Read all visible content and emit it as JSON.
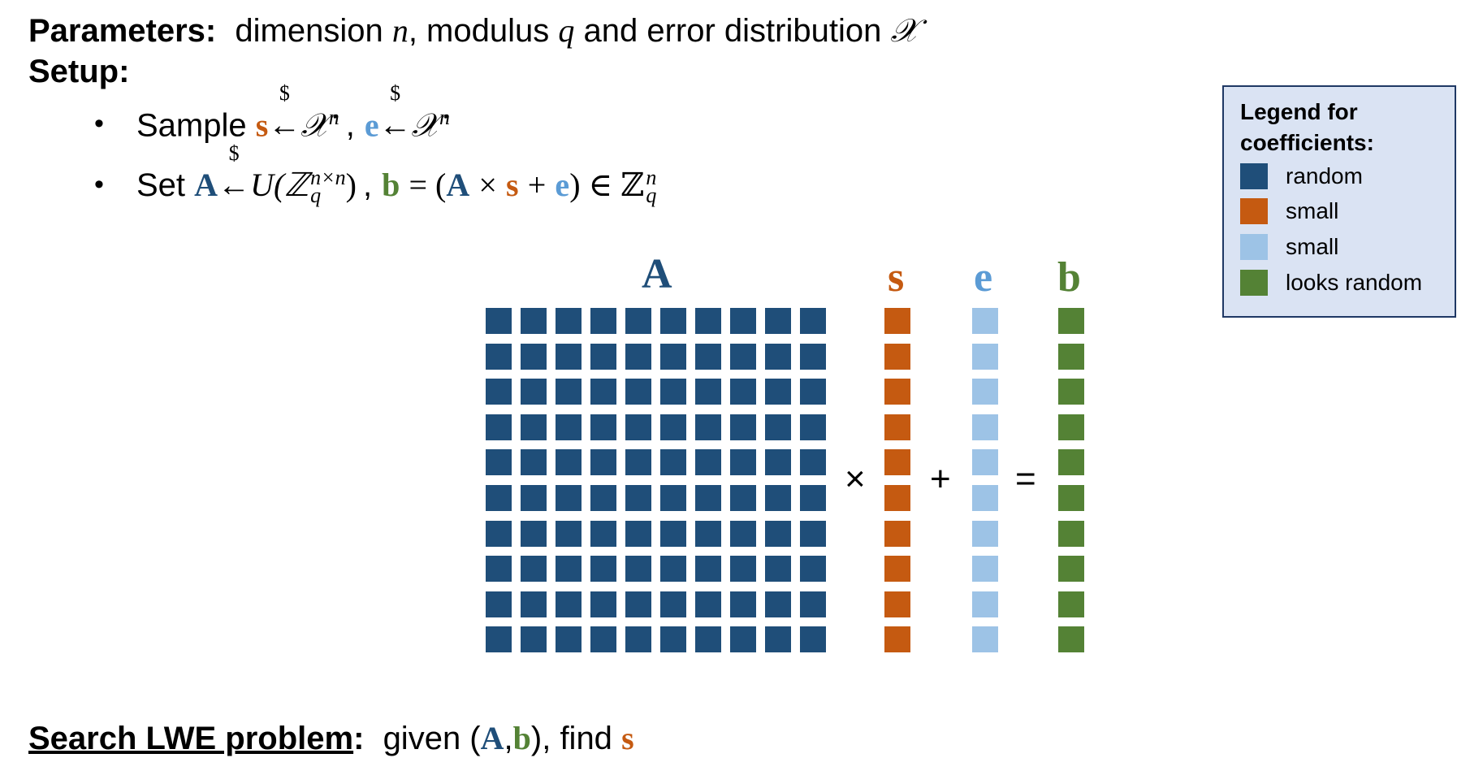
{
  "header": {
    "params_label": "Parameters:",
    "params_text": "dimension n, modulus q and error distribution 𝒳",
    "params_pre": "dimension",
    "params_n": "n",
    "params_mid": ", modulus",
    "params_q": "q",
    "params_post": "and error distribution",
    "params_chi": "𝒳",
    "setup_label": "Setup:"
  },
  "bullets": {
    "bullet_char": "•",
    "sample_word": "Sample",
    "s": "s",
    "e": "e",
    "arrow": "←",
    "dollar": "$",
    "chi": "𝒳",
    "n": "n",
    "comma": ",",
    "set_word": "Set",
    "A": "A",
    "U": "U(ℤ",
    "U_close": ")",
    "nxn": "n×n",
    "q": "q",
    "b": "b",
    "eq_open": "= (",
    "times": "×",
    "plus": "+",
    "close_in": ") ∈ ℤ"
  },
  "matrix": {
    "label_A": "A",
    "label_s": "s",
    "label_e": "e",
    "label_b": "b",
    "op_times": "×",
    "op_plus": "+",
    "op_equals": "=",
    "rows": 10,
    "cols": 10
  },
  "legend": {
    "title_line1": "Legend for",
    "title_line2": "coefficients:",
    "items": [
      {
        "label": "random",
        "color": "#1f4e79"
      },
      {
        "label": "small",
        "color": "#c55a11"
      },
      {
        "label": "small",
        "color": "#9dc3e6"
      },
      {
        "label": "looks random",
        "color": "#548235"
      }
    ]
  },
  "footer": {
    "problem_label": "Search LWE problem",
    "colon": ":",
    "given_text": "given (",
    "A": "A",
    "comma": ",",
    "b": "b",
    "find_text": "), find",
    "s": "s"
  },
  "colors": {
    "random": "#1f4e79",
    "small_s": "#c55a11",
    "small_e": "#9dc3e6",
    "looks_random": "#548235"
  }
}
